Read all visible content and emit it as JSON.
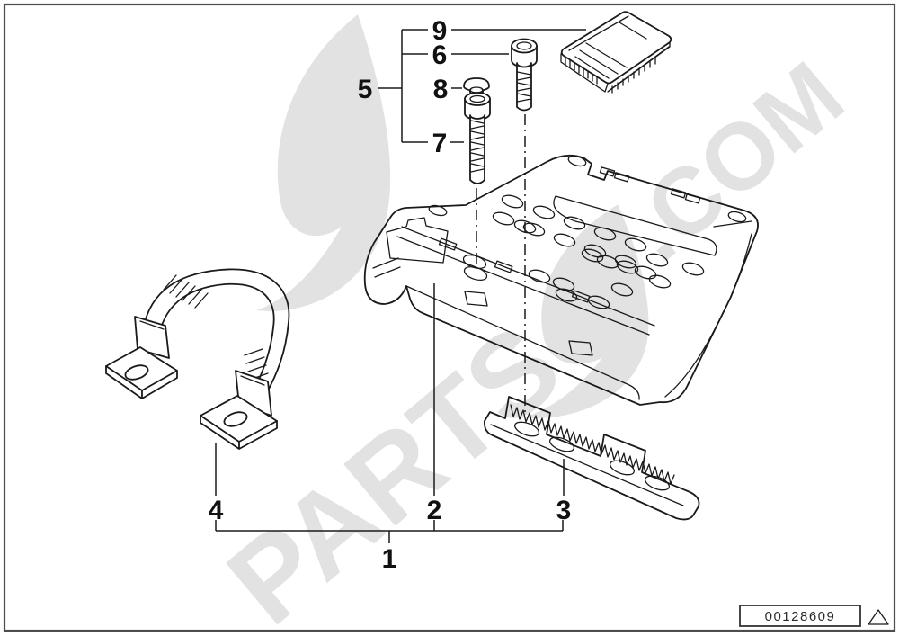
{
  "watermark": {
    "word": "PARTS",
    "suffix": ".COM",
    "color": "#e2e2e2"
  },
  "callouts": {
    "c1": "1",
    "c2": "2",
    "c3": "3",
    "c4": "4",
    "c5": "5",
    "c6": "6",
    "c7": "7",
    "c8": "8",
    "c9": "9"
  },
  "footer": {
    "drawing_number": "00128609"
  },
  "drawing": {
    "line_color": "#1a1a1a",
    "frame_color": "#4d4d4d",
    "background": "#ffffff"
  }
}
